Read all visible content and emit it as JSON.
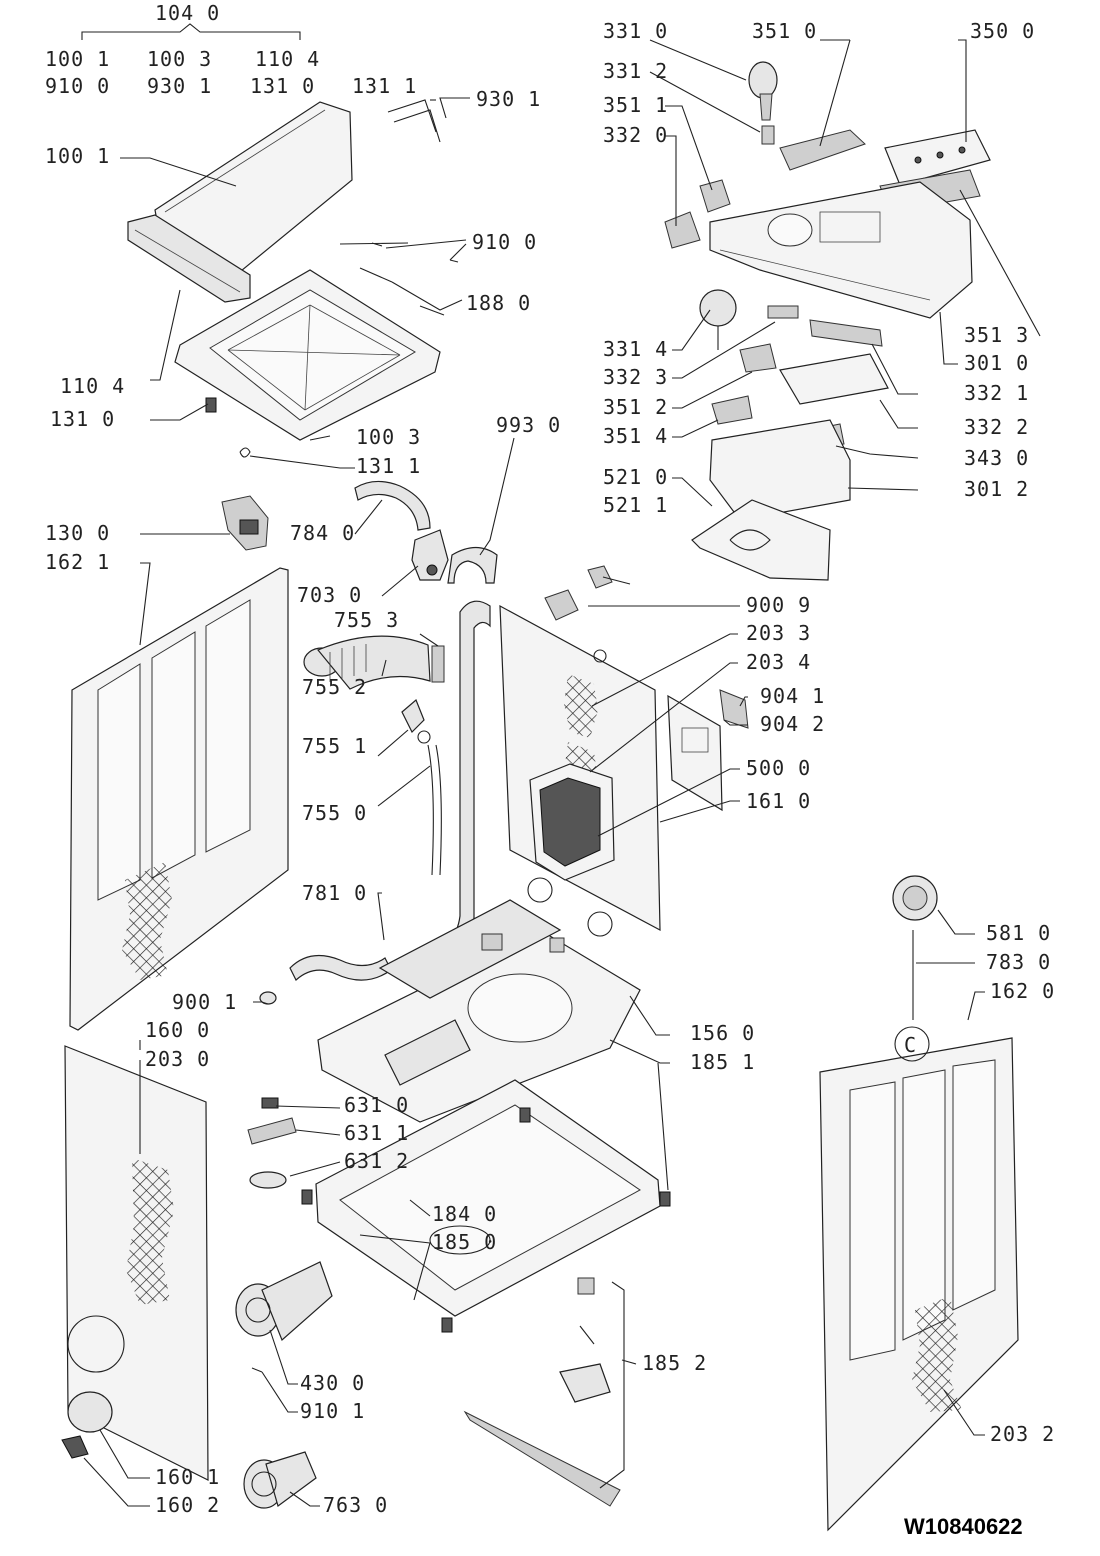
{
  "document_number": "W10840622",
  "labels": {
    "l1040": "104 0",
    "l1001a": "100 1",
    "l1003a": "100 3",
    "l1104a": "110 4",
    "l9100a": "910 0",
    "l9301a": "930 1",
    "l1310a": "131 0",
    "l1311a": "131 1",
    "l9301b": "930 1",
    "l1001b": "100 1",
    "l9100b": "910 0",
    "l1880": "188 0",
    "l1104b": "110 4",
    "l1310b": "131 0",
    "l1003b": "100 3",
    "l1311b": "131 1",
    "l9930": "993 0",
    "l7840": "784 0",
    "l1300": "130 0",
    "l1621": "162 1",
    "l7030": "703 0",
    "l7553": "755 3",
    "l7552": "755 2",
    "l7551": "755 1",
    "l7550": "755 0",
    "l7810": "781 0",
    "l9001": "900 1",
    "l1600": "160 0",
    "l2030": "203 0",
    "l6310": "631 0",
    "l6311": "631 1",
    "l6312": "631 2",
    "l1840": "184 0",
    "l1850": "185 0",
    "l4300": "430 0",
    "l9101": "910 1",
    "l1601": "160 1",
    "l1602": "160 2",
    "l7630": "763 0",
    "l3310": "331 0",
    "l3510": "351 0",
    "l3500": "350 0",
    "l3312": "331 2",
    "l3511": "351 1",
    "l3320": "332 0",
    "l3314": "331 4",
    "l3323": "332 3",
    "l3512": "351 2",
    "l3514": "351 4",
    "l5210": "521 0",
    "l5211": "521 1",
    "l3513": "351 3",
    "l3010": "301 0",
    "l3321": "332 1",
    "l3322": "332 2",
    "l3430": "343 0",
    "l3012": "301 2",
    "l9009": "900 9",
    "l2033": "203 3",
    "l2034": "203 4",
    "l9041": "904 1",
    "l9042": "904 2",
    "l5000": "500 0",
    "l1610": "161 0",
    "l5810": "581 0",
    "l7830": "783 0",
    "l1620": "162 0",
    "l1560": "156 0",
    "l1851": "185 1",
    "l1852": "185 2",
    "l2032": "203 2"
  }
}
